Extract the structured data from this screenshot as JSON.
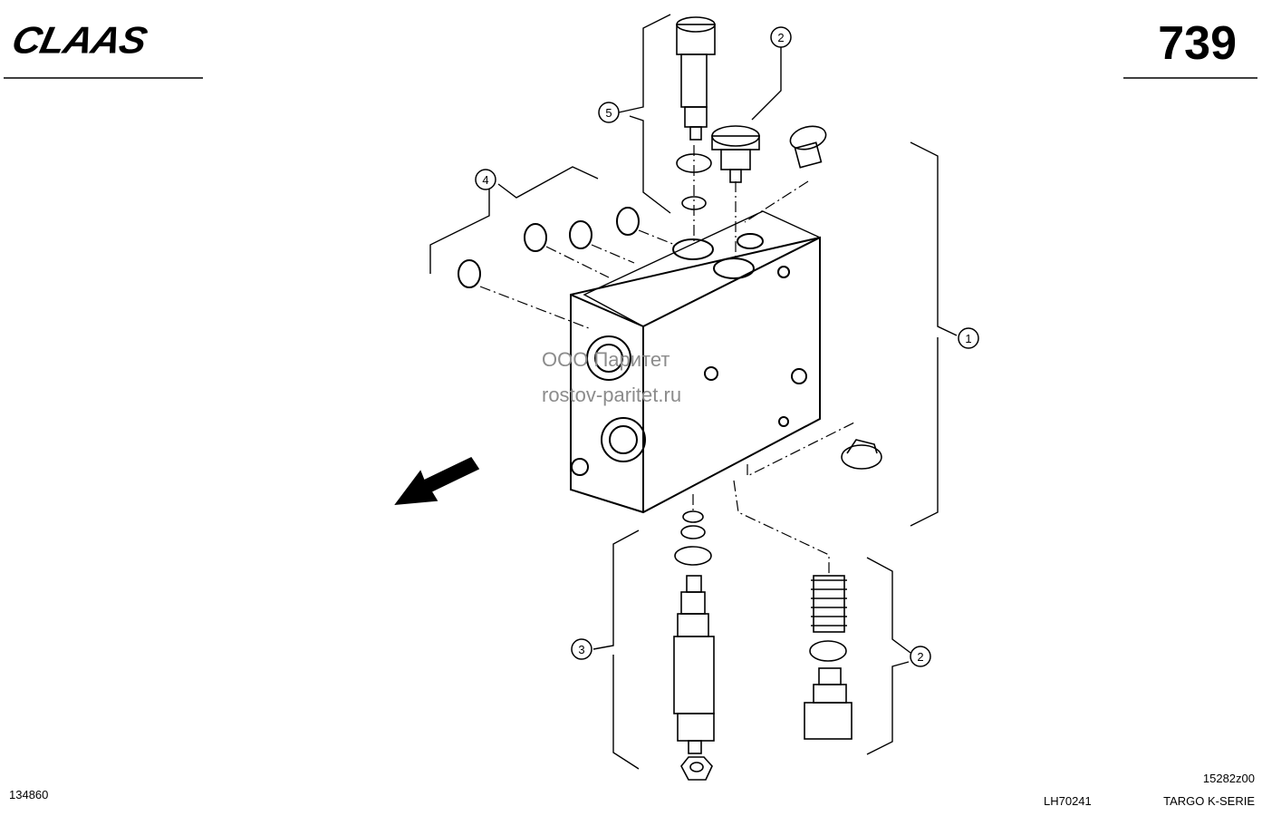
{
  "header": {
    "brand": "CLAAS",
    "page_number": "739"
  },
  "watermark": {
    "line1": "ООО Паритет",
    "line2": "rostov-paritet.ru"
  },
  "callouts": [
    "1",
    "2",
    "2",
    "3",
    "4",
    "5"
  ],
  "footer": {
    "drawing_number": "134860",
    "doc_code": "15282z00",
    "part_code": "LH70241",
    "series": "TARGO K-SERIE"
  },
  "colors": {
    "ink": "#000000",
    "watermark": "#8c8c8c"
  }
}
